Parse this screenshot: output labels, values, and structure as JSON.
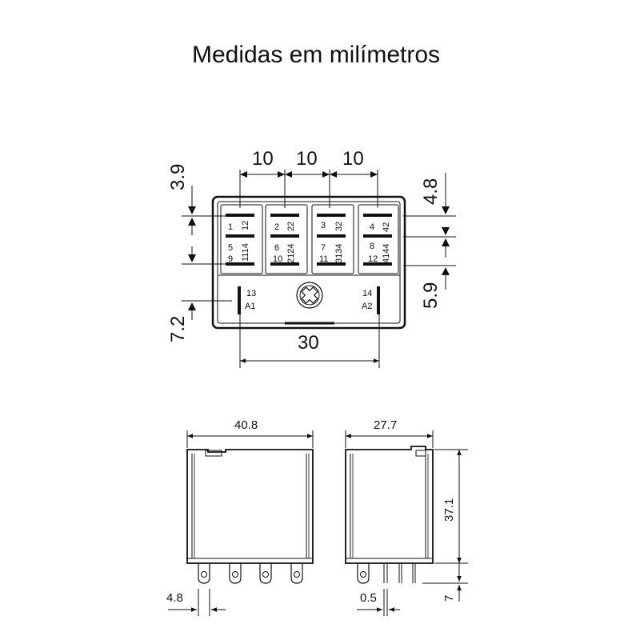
{
  "title": "Medidas em milímetros",
  "top_view": {
    "pitch_labels": [
      "10",
      "10",
      "10"
    ],
    "dim_left_top": "3.9",
    "dim_left_bottom": "7.2",
    "dim_right_top": "4.8",
    "dim_right_bottom": "5.9",
    "dim_bottom": "30",
    "terminals": [
      {
        "top": "1",
        "top_rot": "12",
        "mid": "5",
        "bot": "9",
        "bot_rot": "1114"
      },
      {
        "top": "2",
        "top_rot": "22",
        "mid": "6",
        "bot": "10",
        "bot_rot": "2124"
      },
      {
        "top": "3",
        "top_rot": "32",
        "mid": "7",
        "bot": "11",
        "bot_rot": "3134"
      },
      {
        "top": "4",
        "top_rot": "42",
        "mid": "8",
        "bot": "12",
        "bot_rot": "4144"
      }
    ],
    "coil_left": {
      "num": "13",
      "label": "A1"
    },
    "coil_right": {
      "num": "14",
      "label": "A2"
    }
  },
  "front_view": {
    "width": "40.8",
    "pin_spacing": "4.8"
  },
  "side_view": {
    "width": "27.7",
    "height": "37.1",
    "pin_length": "7",
    "pin_thickness": "0.5"
  }
}
